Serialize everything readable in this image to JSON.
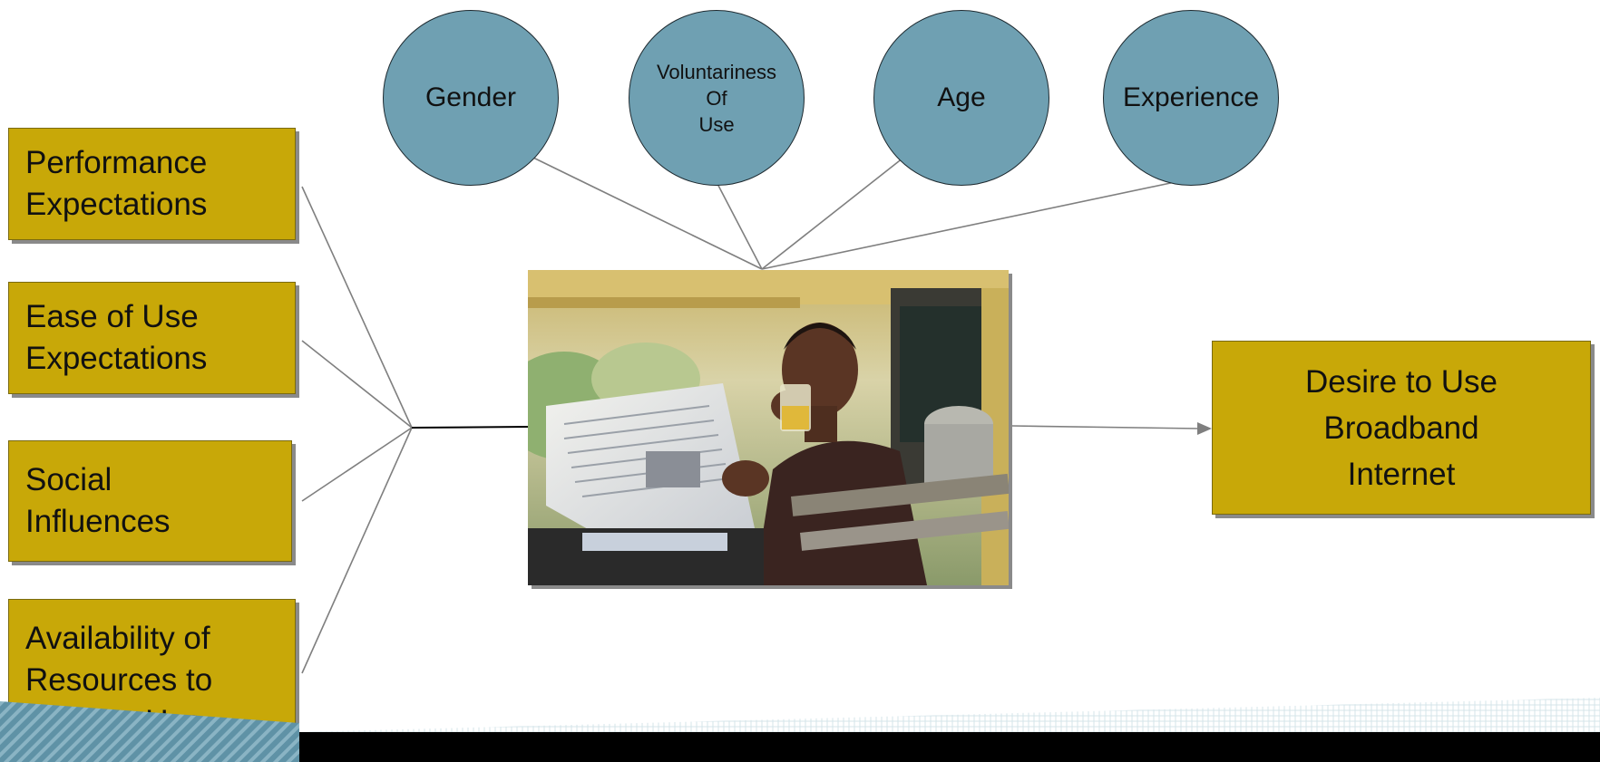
{
  "moderators": [
    {
      "lines": [
        "Gender"
      ]
    },
    {
      "lines": [
        "Voluntariness",
        "Of",
        "Use"
      ]
    },
    {
      "lines": [
        "Age"
      ]
    },
    {
      "lines": [
        "Experience"
      ]
    }
  ],
  "factors": [
    {
      "lines": [
        "Performance",
        "Expectations"
      ]
    },
    {
      "lines": [
        "Ease of Use",
        "Expectations"
      ]
    },
    {
      "lines": [
        "Social",
        "Influences"
      ]
    },
    {
      "lines": [
        "Availability of",
        "Resources to",
        "Support Use"
      ]
    }
  ],
  "outcome": {
    "lines": [
      "Desire to Use",
      "Broadband",
      "Internet"
    ]
  },
  "photo": {
    "subject": "man-reading-newspaper-photo"
  },
  "colors": {
    "box_fill": "#c8a808",
    "circle_fill": "#6fa0b2",
    "shadow": "#8a8a8a",
    "footer_band": "#000000",
    "footer_stripe": "#6fa0b2"
  }
}
